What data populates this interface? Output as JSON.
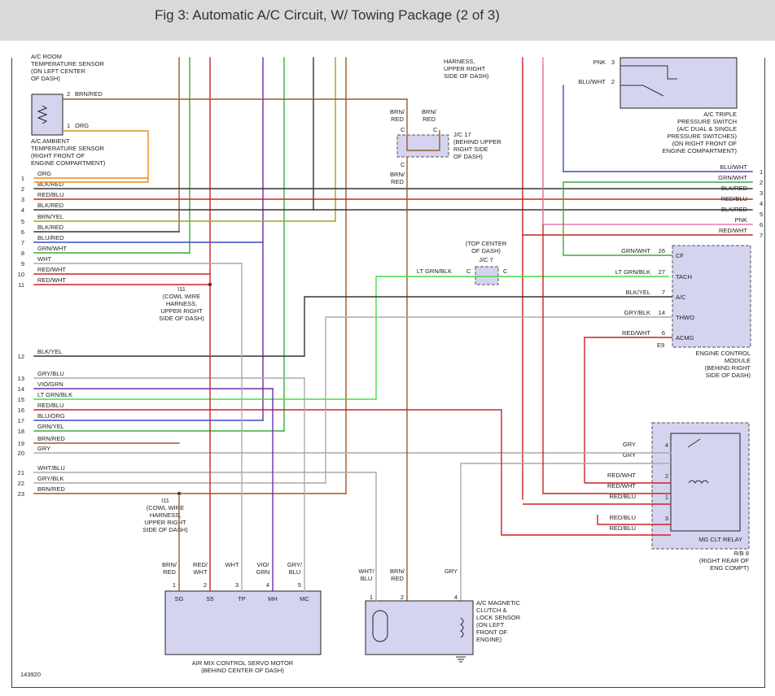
{
  "header": {
    "title": "Fig 3: Automatic A/C Circuit, W/ Towing Package (2 of 3)"
  },
  "colors": {
    "org": "#e8891f",
    "brn": "#9b5a2a",
    "red": "#cc2222",
    "blu": "#3a48c8",
    "vio": "#6a2fa8",
    "grn": "#3aaa3a",
    "ltgrn": "#44dd44",
    "yel": "#a7a020",
    "pnk": "#e77ba8",
    "gry": "#aaaaaa",
    "blk": "#333333",
    "box": "#d4d4f0"
  },
  "icons": [
    "ground-icon",
    "coil-icon",
    "switch-icon",
    "thermistor-icon",
    "motor-clutch-icon"
  ],
  "labels": {
    "room_sensor": [
      "A/C ROOM",
      "TEMPERATURE SENSOR",
      "(ON LEFT CENTER",
      "OF DASH)"
    ],
    "ambient_sensor": [
      "A/C AMBIENT",
      "TEMPERATURE SENSOR",
      "(RIGHT FRONT OF",
      "ENGINE COMPARTMENT)"
    ],
    "harness_top": [
      "HARNESS,",
      "UPPER RIGHT",
      "SIDE OF DASH)"
    ],
    "jc17": [
      "J/C 17",
      "(BEHIND UPPER",
      "RIGHT SIDE",
      "OF DASH)"
    ],
    "jc7_top": [
      "(TOP CENTER",
      "OF DASH)"
    ],
    "jc7": "J/C 7",
    "triple_switch": [
      "A/C TRIPLE",
      "PRESSURE SWITCH",
      "(A/C DUAL & SINGLE",
      "PRESSURE SWITCHES)",
      "(ON RIGHT FRONT OF",
      "ENGINE COMPARTMENT)"
    ],
    "ecm": [
      "ENGINE CONTROL",
      "MODULE",
      "(BEHIND RIGHT",
      "SIDE OF DASH)"
    ],
    "i11_upper": [
      "I11",
      "(COWL WIRE",
      "HARNESS,",
      "UPPER RIGHT",
      "SIDE OF DASH)"
    ],
    "i11_lower": [
      "I11",
      "(COWL WIRE",
      "HARNESS,",
      "UPPER RIGHT",
      "SIDE OF DASH)"
    ],
    "mg_relay": "MG CLT RELAY",
    "rb8": [
      "R/B 8",
      "(RIGHT REAR OF",
      "ENG COMPT)"
    ],
    "servo": [
      "AIR MIX CONTROL SERVO MOTOR",
      "(BEHIND CENTER OF DASH)"
    ],
    "clutch": [
      "A/C MAGNETIC",
      "CLUTCH &",
      "LOCK SENSOR",
      "(ON LEFT",
      "FRONT OF",
      "ENGINE)"
    ],
    "figure_number": "143920"
  },
  "sensor_pins": {
    "ambient_pin2": "2",
    "ambient_wire2": "BRN/RED",
    "ambient_pin1": "1",
    "ambient_wire1": "ORG"
  },
  "jc17_wires": {
    "left_top": [
      "BRN/",
      "RED"
    ],
    "right_top": [
      "BRN/",
      "RED"
    ],
    "bottom": [
      "BRN/",
      "RED"
    ],
    "c_left": "C",
    "c_right": "C",
    "c_bottom": "C"
  },
  "jc7_wire": "LT GRN/BLK",
  "jc7_c_left": "C",
  "jc7_c_right": "C",
  "triple_pins": [
    {
      "wire": "PNK",
      "pin": "3"
    },
    {
      "wire": "BLU/WHT",
      "pin": "2"
    }
  ],
  "left_wires": [
    {
      "num": "1",
      "label": "ORG"
    },
    {
      "num": "2",
      "label": "BLK/RED"
    },
    {
      "num": "3",
      "label": "RED/BLU"
    },
    {
      "num": "4",
      "label": "BLK/RED"
    },
    {
      "num": "5",
      "label": "BRN/YEL"
    },
    {
      "num": "6",
      "label": "BLK/RED"
    },
    {
      "num": "7",
      "label": "BLU/RED"
    },
    {
      "num": "8",
      "label": "GRN/WHT"
    },
    {
      "num": "9",
      "label": "WHT"
    },
    {
      "num": "10",
      "label": "RED/WHT"
    },
    {
      "num": "11",
      "label": "RED/WHT"
    },
    {
      "num": "12",
      "label": "BLK/YEL"
    },
    {
      "num": "13",
      "label": "GRY/BLU"
    },
    {
      "num": "14",
      "label": "VIO/GRN"
    },
    {
      "num": "15",
      "label": "LT GRN/BLK"
    },
    {
      "num": "16",
      "label": "RED/BLU"
    },
    {
      "num": "17",
      "label": "BLU/ORG"
    },
    {
      "num": "18",
      "label": "GRN/YEL"
    },
    {
      "num": "19",
      "label": "BRN/RED"
    },
    {
      "num": "20",
      "label": "GRY"
    },
    {
      "num": "21",
      "label": "WHT/BLU"
    },
    {
      "num": "22",
      "label": "GRY/BLK"
    },
    {
      "num": "23",
      "label": "BRN/RED"
    }
  ],
  "right_wires": [
    {
      "num": "1",
      "label": "BLU/WHT"
    },
    {
      "num": "2",
      "label": "GRN/WHT"
    },
    {
      "num": "3",
      "label": "BLK/RED"
    },
    {
      "num": "4",
      "label": "RED/BLU"
    },
    {
      "num": "5",
      "label": "BLK/RED"
    },
    {
      "num": "6",
      "label": "PNK"
    },
    {
      "num": "7",
      "label": "RED/WHT"
    }
  ],
  "ecm_pins": [
    {
      "wire": "GRN/WHT",
      "pin": "26",
      "term": "CF"
    },
    {
      "wire": "LT GRN/BLK",
      "pin": "27",
      "term": "TACH"
    },
    {
      "wire": "BLK/YEL",
      "pin": "7",
      "term": "A/C"
    },
    {
      "wire": "GRY/BLK",
      "pin": "14",
      "term": "THWO"
    },
    {
      "wire": "RED/WHT",
      "pin": "6",
      "term": "ACMG"
    }
  ],
  "ecm_connector": "E9",
  "relay_pins": [
    {
      "wire": "GRY",
      "pin": "4"
    },
    {
      "wire": "GRY",
      "pin": ""
    },
    {
      "wire": "RED/WHT",
      "pin": "2"
    },
    {
      "wire": "RED/WHT",
      "pin": ""
    },
    {
      "wire": "RED/BLU",
      "pin": "1"
    },
    {
      "wire": "RED/BLU",
      "pin": "3"
    },
    {
      "wire": "RED/BLU",
      "pin": ""
    }
  ],
  "servo_pins": [
    {
      "wire": [
        "BRN/",
        "RED"
      ],
      "pin": "1",
      "term": "SG"
    },
    {
      "wire": [
        "RED/",
        "WHT"
      ],
      "pin": "2",
      "term": "S5"
    },
    {
      "wire": [
        "WHT",
        ""
      ],
      "pin": "3",
      "term": "TP"
    },
    {
      "wire": [
        "VIO/",
        "GRN"
      ],
      "pin": "4",
      "term": "MH"
    },
    {
      "wire": [
        "GRY/",
        "BLU"
      ],
      "pin": "5",
      "term": "MC"
    }
  ],
  "clutch_pins": [
    {
      "wire": [
        "WHT/",
        "BLU"
      ],
      "pin": "1"
    },
    {
      "wire": [
        "BRN/",
        "RED"
      ],
      "pin": "2"
    },
    {
      "wire": [
        "GRY",
        ""
      ],
      "pin": "4"
    }
  ]
}
